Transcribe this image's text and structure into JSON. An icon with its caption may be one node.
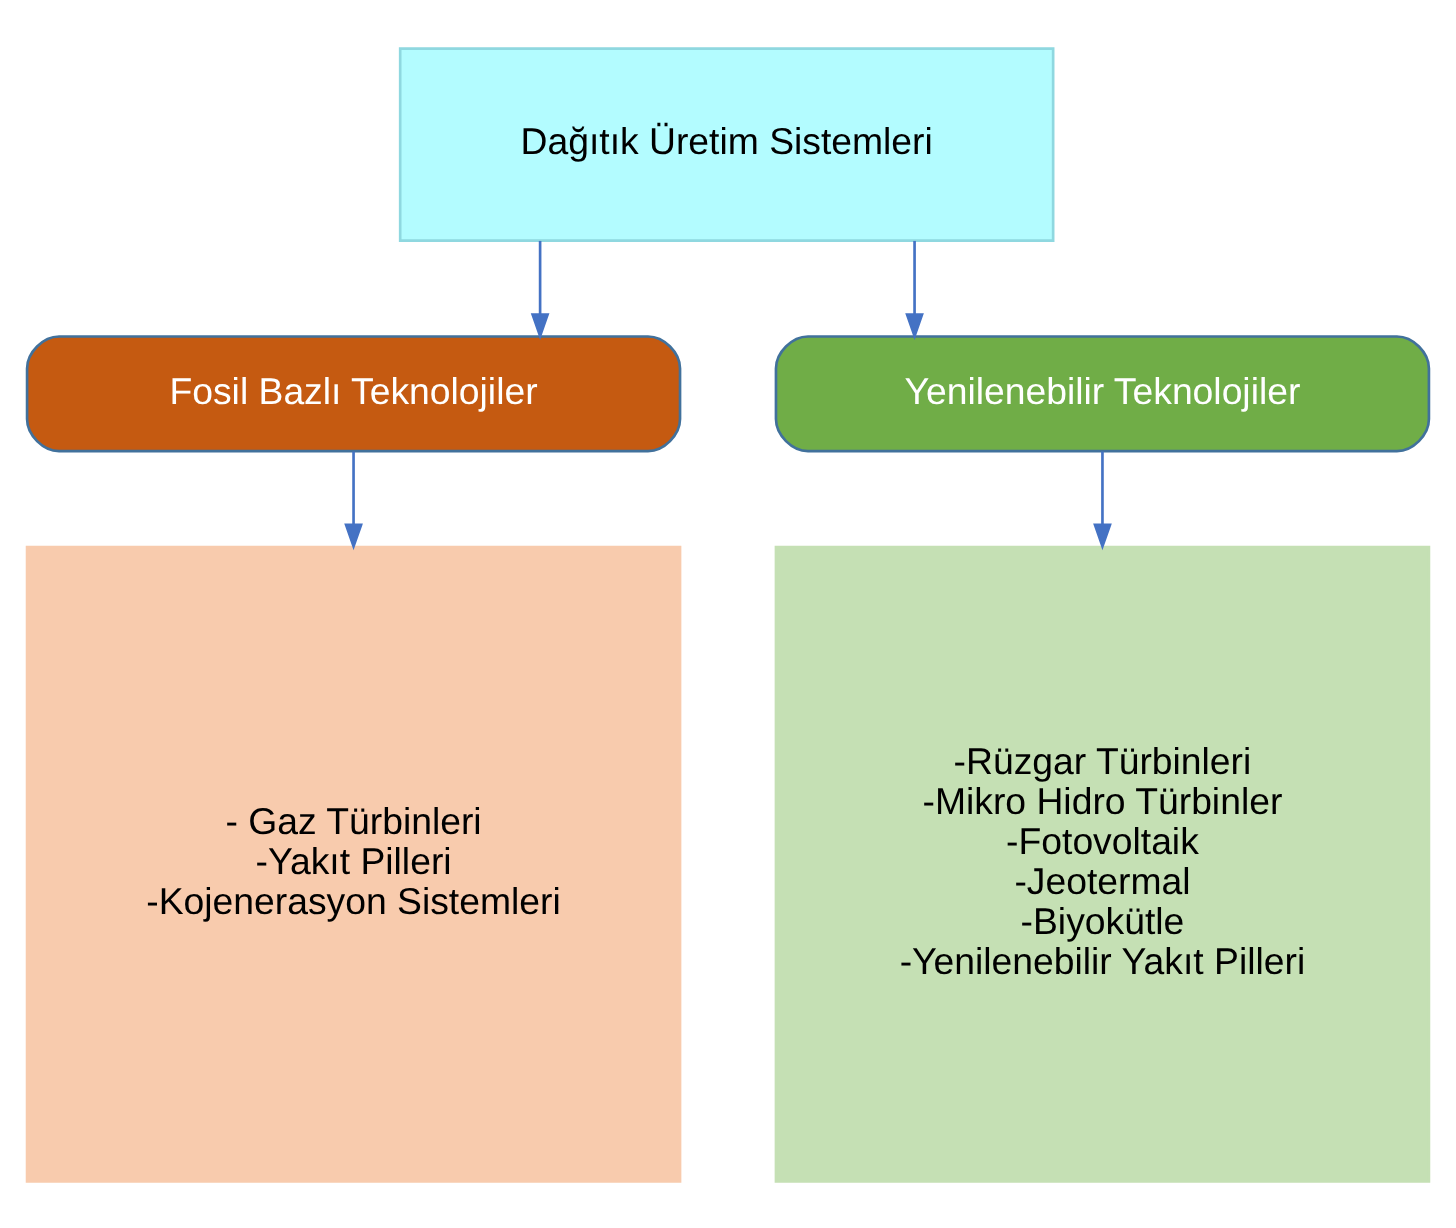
{
  "diagram": {
    "nodes": [
      {
        "text": [
          "Dağıtık Üretim Sistemleri"
        ]
      },
      {
        "text": [
          "Fosil Bazlı Teknolojiler"
        ]
      },
      {
        "text": [
          "Yenilenebilir Teknolojiler"
        ]
      },
      {
        "text": [
          "- Gaz Türbinleri",
          "-Yakıt Pilleri",
          "-Kojenerasyon Sistemleri"
        ]
      },
      {
        "text": [
          "-Rüzgar Türbinleri",
          "-Mikro Hidro Türbinler",
          "-Fotovoltaik",
          "-Jeotermal",
          "-Biyokütle",
          "-Yenilenebilir Yakıt Pilleri"
        ]
      }
    ],
    "edges": [
      {
        "from": 0,
        "to": 1,
        "arrow": "to"
      },
      {
        "from": 0,
        "to": 2,
        "arrow": "to"
      },
      {
        "from": 1,
        "to": 3,
        "arrow": "to"
      },
      {
        "from": 2,
        "to": 4,
        "arrow": "to"
      }
    ]
  }
}
